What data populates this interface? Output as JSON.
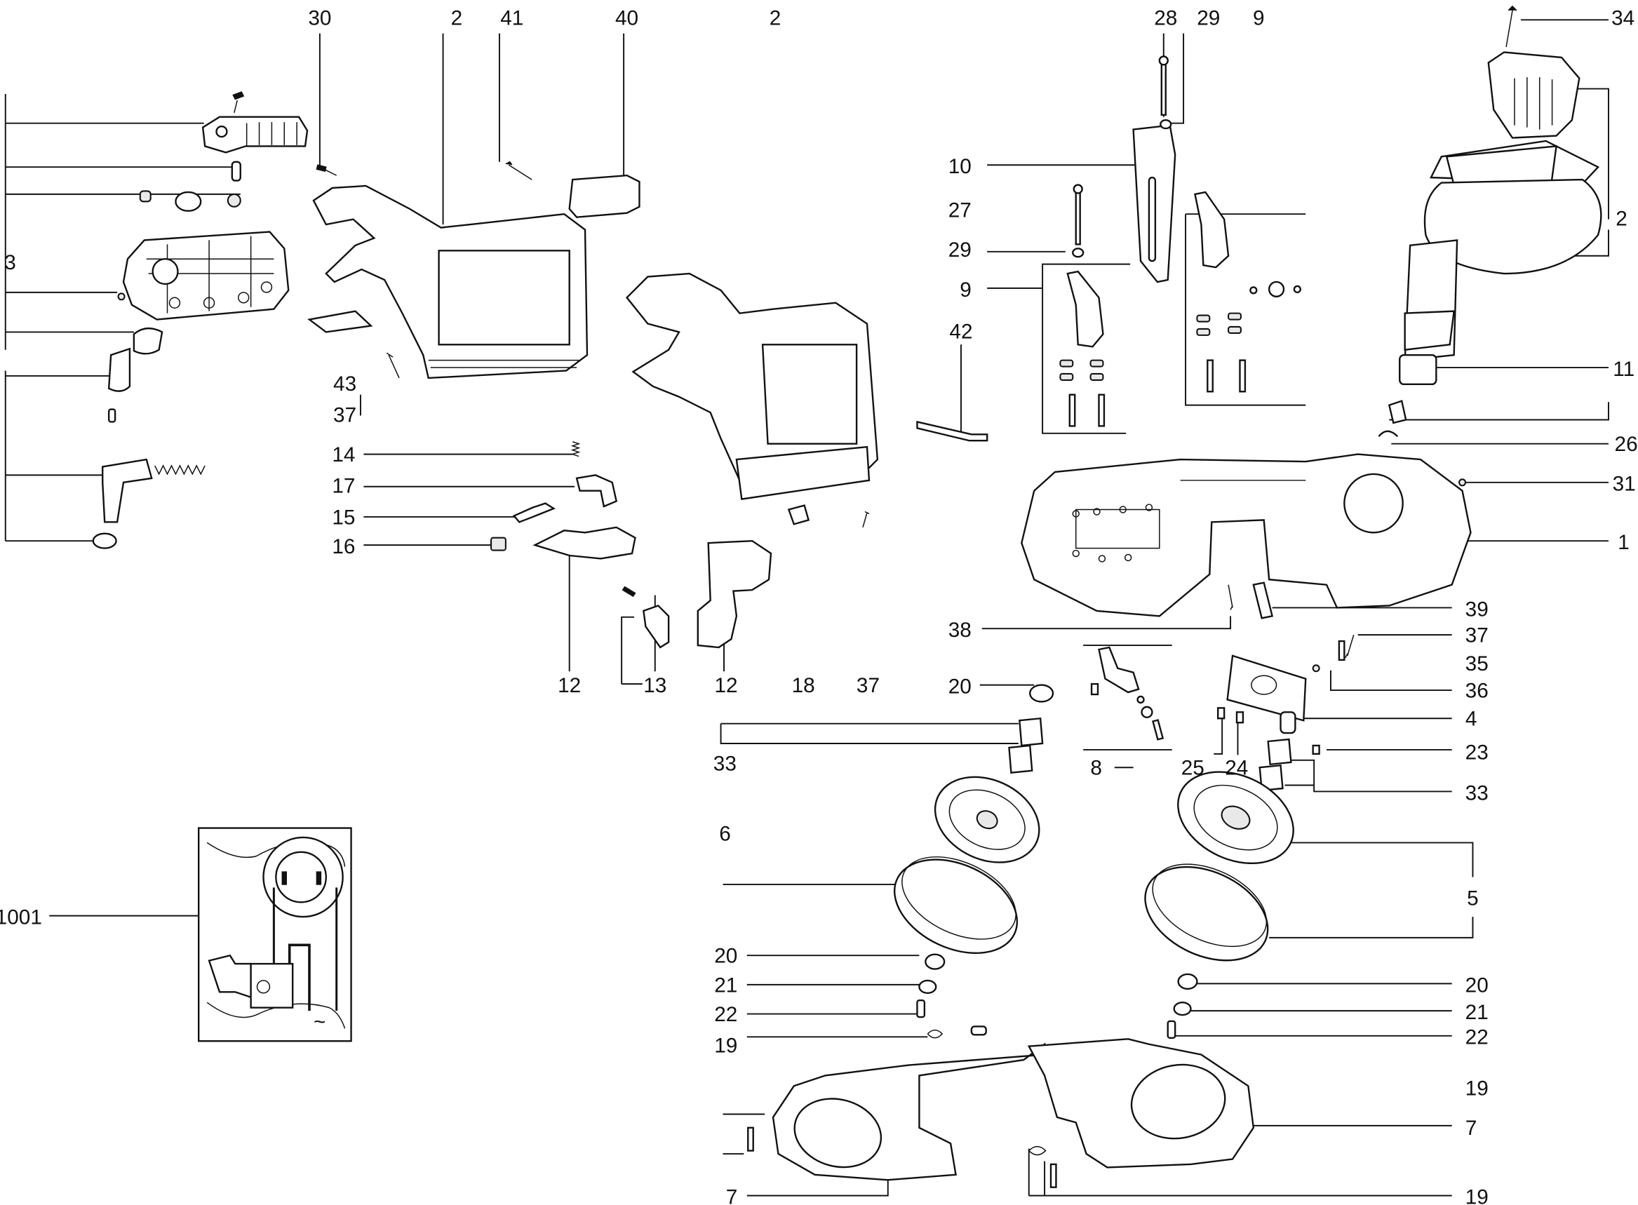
{
  "diagram": {
    "type": "exploded-parts-diagram",
    "subject": "cordless band saw",
    "callouts": [
      {
        "id": "c-30",
        "label": "30"
      },
      {
        "id": "c-2a",
        "label": "2"
      },
      {
        "id": "c-41",
        "label": "41"
      },
      {
        "id": "c-40",
        "label": "40"
      },
      {
        "id": "c-2b",
        "label": "2"
      },
      {
        "id": "c-28",
        "label": "28"
      },
      {
        "id": "c-29a",
        "label": "29"
      },
      {
        "id": "c-9a",
        "label": "9"
      },
      {
        "id": "c-34",
        "label": "34"
      },
      {
        "id": "c-3",
        "label": "3"
      },
      {
        "id": "c-10",
        "label": "10"
      },
      {
        "id": "c-27",
        "label": "27"
      },
      {
        "id": "c-29b",
        "label": "29"
      },
      {
        "id": "c-9b",
        "label": "9"
      },
      {
        "id": "c-2c",
        "label": "2"
      },
      {
        "id": "c-43",
        "label": "43"
      },
      {
        "id": "c-37a",
        "label": "37"
      },
      {
        "id": "c-42",
        "label": "42"
      },
      {
        "id": "c-11",
        "label": "11"
      },
      {
        "id": "c-26",
        "label": "26"
      },
      {
        "id": "c-14",
        "label": "14"
      },
      {
        "id": "c-17",
        "label": "17"
      },
      {
        "id": "c-15",
        "label": "15"
      },
      {
        "id": "c-16",
        "label": "16"
      },
      {
        "id": "c-31",
        "label": "31"
      },
      {
        "id": "c-1",
        "label": "1"
      },
      {
        "id": "c-39",
        "label": "39"
      },
      {
        "id": "c-38",
        "label": "38"
      },
      {
        "id": "c-37b",
        "label": "37"
      },
      {
        "id": "c-35",
        "label": "35"
      },
      {
        "id": "c-12a",
        "label": "12"
      },
      {
        "id": "c-13",
        "label": "13"
      },
      {
        "id": "c-12b",
        "label": "12"
      },
      {
        "id": "c-18",
        "label": "18"
      },
      {
        "id": "c-37c",
        "label": "37"
      },
      {
        "id": "c-20a",
        "label": "20"
      },
      {
        "id": "c-36",
        "label": "36"
      },
      {
        "id": "c-4",
        "label": "4"
      },
      {
        "id": "c-33a",
        "label": "33"
      },
      {
        "id": "c-8",
        "label": "8"
      },
      {
        "id": "c-25",
        "label": "25"
      },
      {
        "id": "c-24",
        "label": "24"
      },
      {
        "id": "c-23",
        "label": "23"
      },
      {
        "id": "c-33b",
        "label": "33"
      },
      {
        "id": "c-6",
        "label": "6"
      },
      {
        "id": "c-5",
        "label": "5"
      },
      {
        "id": "c-1001",
        "label": "1001"
      },
      {
        "id": "c-20b",
        "label": "20"
      },
      {
        "id": "c-21a",
        "label": "21"
      },
      {
        "id": "c-22a",
        "label": "22"
      },
      {
        "id": "c-19a",
        "label": "19"
      },
      {
        "id": "c-20c",
        "label": "20"
      },
      {
        "id": "c-21b",
        "label": "21"
      },
      {
        "id": "c-22b",
        "label": "22"
      },
      {
        "id": "c-19b",
        "label": "19"
      },
      {
        "id": "c-7a",
        "label": "7"
      },
      {
        "id": "c-7b",
        "label": "7"
      },
      {
        "id": "c-19c",
        "label": "19"
      }
    ],
    "wiring_inset": {
      "symbol": "~"
    }
  }
}
